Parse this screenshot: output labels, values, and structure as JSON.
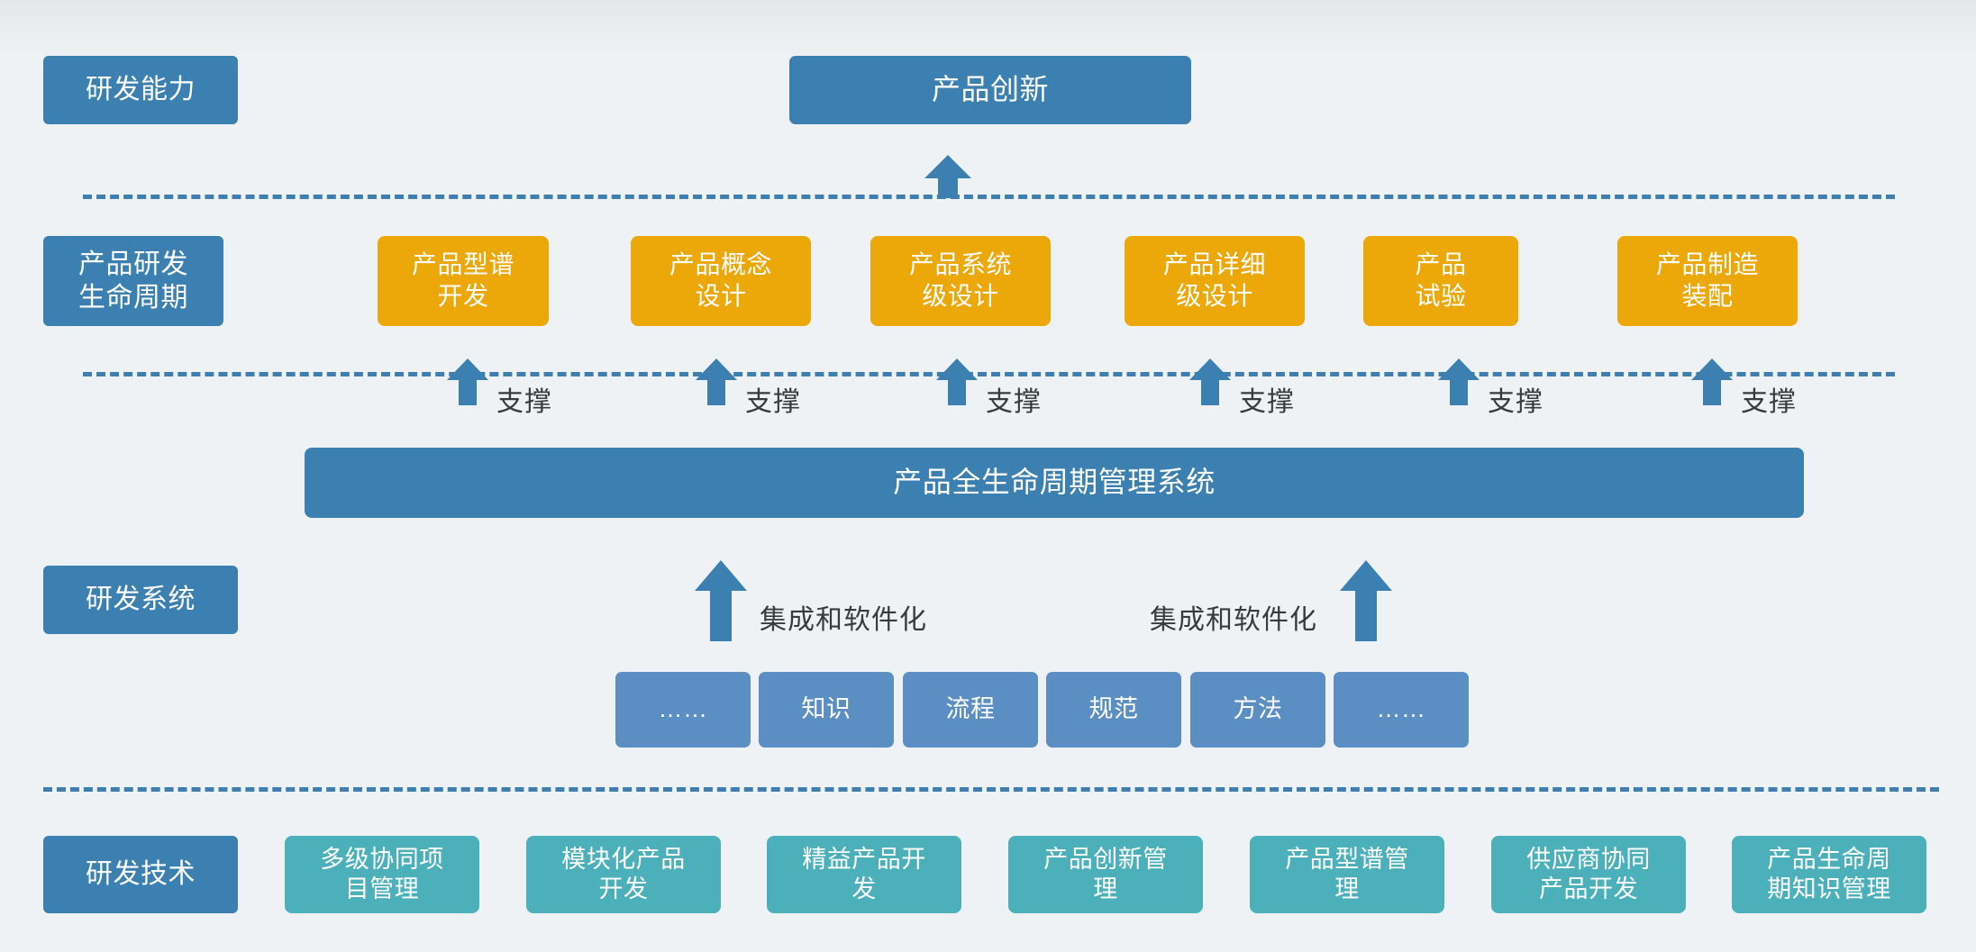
{
  "colors": {
    "background": "#eef2f4",
    "blue": "#3c7fb1",
    "blue_mid": "#5b8fc4",
    "orange": "#eca709",
    "teal": "#4cb0bb",
    "dash_line": "#3f7fb0",
    "annotation_text": "#3a3a3a",
    "box_text": "#ffffff"
  },
  "rows": {
    "capability": {
      "label": "研发能力",
      "title": "产品创新"
    },
    "lifecycle": {
      "label": "产品研发\n生命周期",
      "stages": [
        {
          "label": "产品型谱\n开发"
        },
        {
          "label": "产品概念\n设计"
        },
        {
          "label": "产品系统\n级设计"
        },
        {
          "label": "产品详细\n级设计"
        },
        {
          "label": "产品\n试验"
        },
        {
          "label": "产品制造\n装配"
        }
      ],
      "support_labels": [
        "支撑",
        "支撑",
        "支撑",
        "支撑",
        "支撑",
        "支撑"
      ]
    },
    "system": {
      "label": "研发系统",
      "bar": "产品全生命周期管理系统",
      "integration_labels": [
        "集成和软件化",
        "集成和软件化"
      ],
      "chips": [
        "……",
        "知识",
        "流程",
        "规范",
        "方法",
        "……"
      ]
    },
    "technology": {
      "label": "研发技术",
      "items": [
        {
          "label": "多级协同项\n目管理"
        },
        {
          "label": "模块化产品\n开发"
        },
        {
          "label": "精益产品开\n发"
        },
        {
          "label": "产品创新管\n理"
        },
        {
          "label": "产品型谱管\n理"
        },
        {
          "label": "供应商协同\n产品开发"
        },
        {
          "label": "产品生命周\n期知识管理"
        }
      ]
    }
  }
}
